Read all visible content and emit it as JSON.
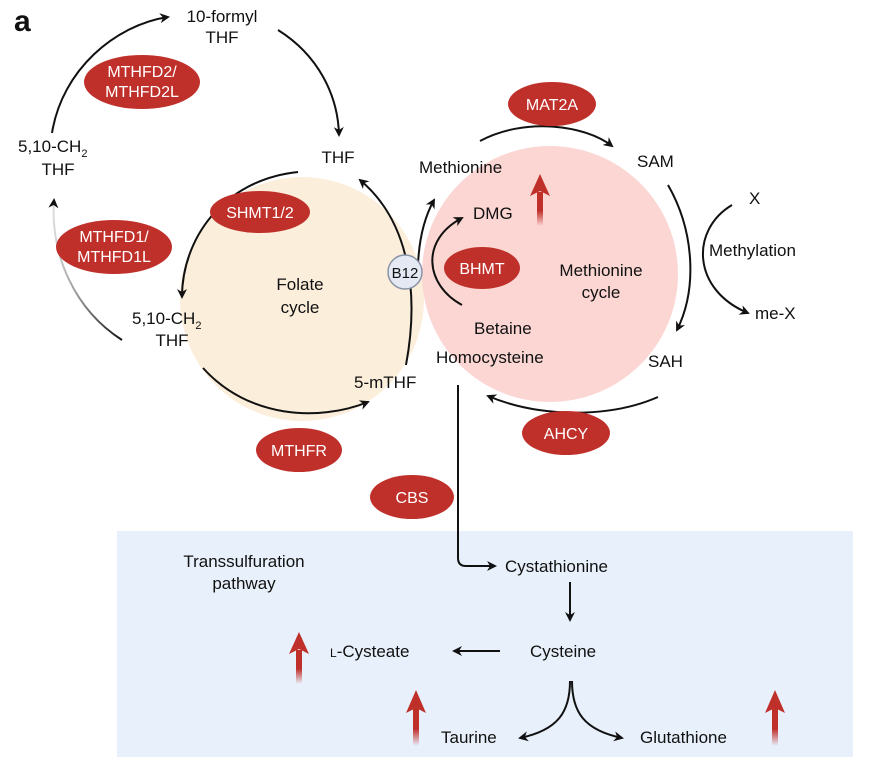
{
  "panel_label": "a",
  "colors": {
    "folate_fill": "#fbeedb",
    "methionine_fill": "#fbd6d3",
    "transsulfuration_fill": "#e8f1fb",
    "enzyme_fill": "#c0302b",
    "up_arrow": "#c0302b",
    "b12_fill": "#e4e9f4"
  },
  "folate_cycle": {
    "name_line1": "Folate",
    "name_line2": "cycle",
    "formyl_thf_line1": "10-formyl",
    "formyl_thf_line2": "THF",
    "thf": "THF",
    "ch2_thf_top_line1": "5,10-CH",
    "ch2_thf_top_sub": "2",
    "ch2_thf_top_line2": "THF",
    "ch2_thf_bottom_line1": "5,10-CH",
    "ch2_thf_bottom_sub": "2",
    "ch2_thf_bottom_line2": "THF",
    "mthf": "5-mTHF"
  },
  "methionine_cycle": {
    "name_line1": "Methionine",
    "name_line2": "cycle",
    "methionine": "Methionine",
    "sam": "SAM",
    "sah": "SAH",
    "homocysteine": "Homocysteine",
    "dmg": "DMG",
    "betaine": "Betaine",
    "b12": "B12"
  },
  "methylation": {
    "x": "X",
    "label": "Methylation",
    "me_x": "me-X"
  },
  "enzymes": {
    "mthfd2_line1": "MTHFD2/",
    "mthfd2_line2": "MTHFD2L",
    "mthfd1_line1": "MTHFD1/",
    "mthfd1_line2": "MTHFD1L",
    "shmt": "SHMT1/2",
    "mthfr": "MTHFR",
    "mat2a": "MAT2A",
    "bhmt": "BHMT",
    "ahcy": "AHCY",
    "cbs": "CBS"
  },
  "transsulfuration": {
    "title_line1": "Transsulfuration",
    "title_line2": "pathway",
    "cystathionine": "Cystathionine",
    "cysteine": "Cysteine",
    "cysteate_prefix": "L",
    "cysteate_rest": "-Cysteate",
    "taurine": "Taurine",
    "glutathione": "Glutathione"
  }
}
